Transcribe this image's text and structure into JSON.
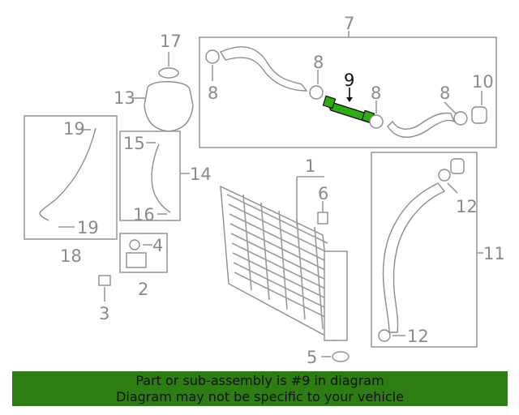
{
  "callouts": {
    "c1": "1",
    "c2": "2",
    "c3": "3",
    "c4": "4",
    "c5": "5",
    "c6": "6",
    "c7": "7",
    "c8a": "8",
    "c8b": "8",
    "c8c": "8",
    "c8d": "8",
    "c9": "9",
    "c10": "10",
    "c11": "11",
    "c12a": "12",
    "c12b": "12",
    "c13": "13",
    "c14": "14",
    "c15": "15",
    "c16": "16",
    "c17": "17",
    "c18": "18",
    "c19a": "19",
    "c19b": "19"
  },
  "highlighted_part": "9",
  "colors": {
    "highlight": "#2fae14",
    "banner": "#2e7d13",
    "line": "#9a9a9a"
  },
  "banner": {
    "line1": "Part or sub-assembly is #9 in diagram",
    "line2": "Diagram may not be specific to your vehicle"
  }
}
